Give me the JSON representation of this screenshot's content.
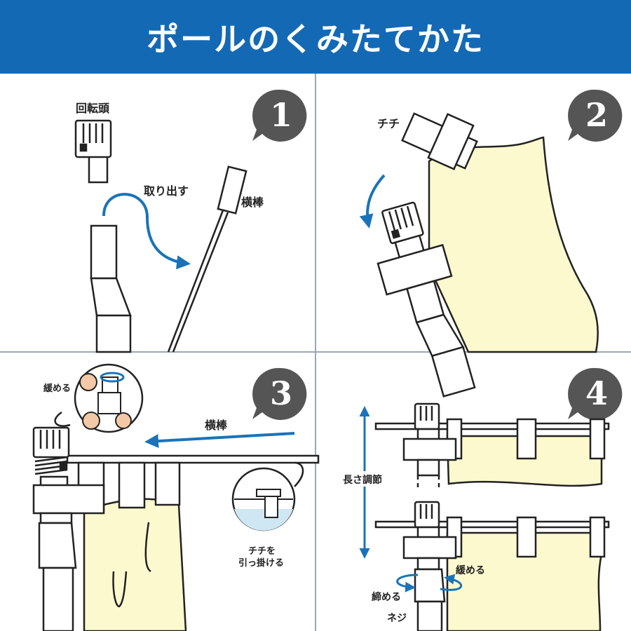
{
  "header": {
    "title": "ポールのくみたてかた"
  },
  "colors": {
    "header_bg": "#1469b4",
    "accent_arrow": "#1a73b8",
    "cloth": "#fdf9cf",
    "badge": "#555555",
    "divider": "#9aa8b8"
  },
  "steps": [
    {
      "number": "1",
      "labels": {
        "head": "回転頭",
        "take_out": "取り出す",
        "bar": "横棒"
      }
    },
    {
      "number": "2",
      "labels": {
        "tab": "チチ"
      }
    },
    {
      "number": "3",
      "labels": {
        "loosen": "緩める",
        "bar": "横棒",
        "hook_line1": "チチを",
        "hook_line2": "引っ掛ける"
      }
    },
    {
      "number": "4",
      "labels": {
        "length": "長さ調節",
        "loosen": "緩める",
        "tighten": "締める",
        "screw": "ネジ"
      }
    }
  ]
}
